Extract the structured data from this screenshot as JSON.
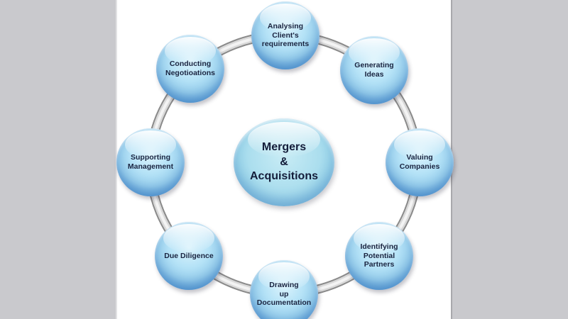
{
  "center_node": {
    "label": "Mergers\n&\nAcquisitions"
  },
  "nodes": [
    {
      "id": "analysing-clients-requirements",
      "label": "Analysing\nClient's\nrequirements"
    },
    {
      "id": "generating-ideas",
      "label": "Generating\nIdeas"
    },
    {
      "id": "valuing-companies",
      "label": "Valuing\nCompanies"
    },
    {
      "id": "identifying-potential-partners",
      "label": "Identifying\nPotential\nPartners"
    },
    {
      "id": "drawing-up-documentation",
      "label": "Drawing\nup\nDocumentation"
    },
    {
      "id": "due-diligence",
      "label": "Due Diligence"
    },
    {
      "id": "supporting-management",
      "label": "Supporting\nManagement"
    },
    {
      "id": "conducting-negotioations",
      "label": "Conducting\nNegotioations"
    }
  ],
  "colors": {
    "node_fill_light": "#b6e3f7",
    "node_rim": "#173672",
    "center_fill": "#abdeee",
    "label_text": "#1a2440",
    "connector_silver": "#d9d9d9",
    "connector_edge": "#8a8a8a",
    "gutter_gray": "#c9c9cd",
    "panel_white": "#ffffff"
  }
}
